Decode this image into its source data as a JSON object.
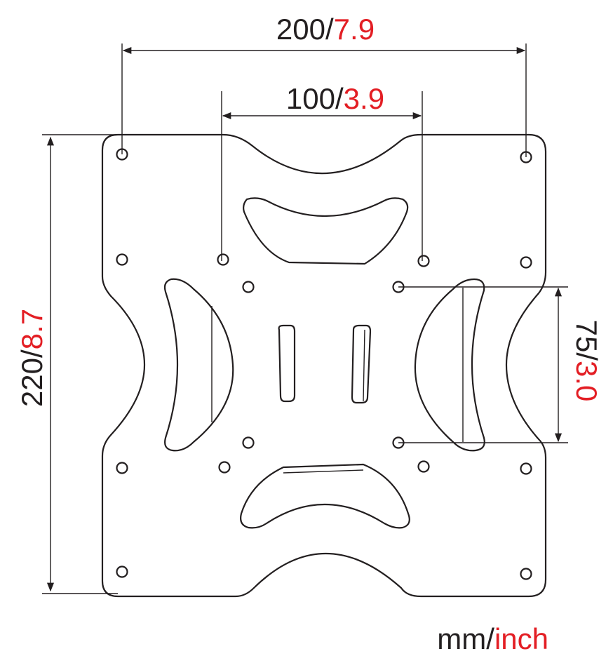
{
  "dimensions": {
    "top_outer": {
      "mm": "200",
      "sep": "/",
      "inch": "7.9"
    },
    "top_inner": {
      "mm": "100",
      "sep": "/",
      "inch": "3.9"
    },
    "left": {
      "mm": "220",
      "sep": "/",
      "inch": "8.7"
    },
    "right": {
      "mm": "75",
      "sep": "/",
      "inch": "3.0"
    }
  },
  "units": {
    "mm": "mm",
    "sep": "/",
    "inch": "inch"
  },
  "colors": {
    "line": "#231f20",
    "accent": "#e31e24"
  }
}
